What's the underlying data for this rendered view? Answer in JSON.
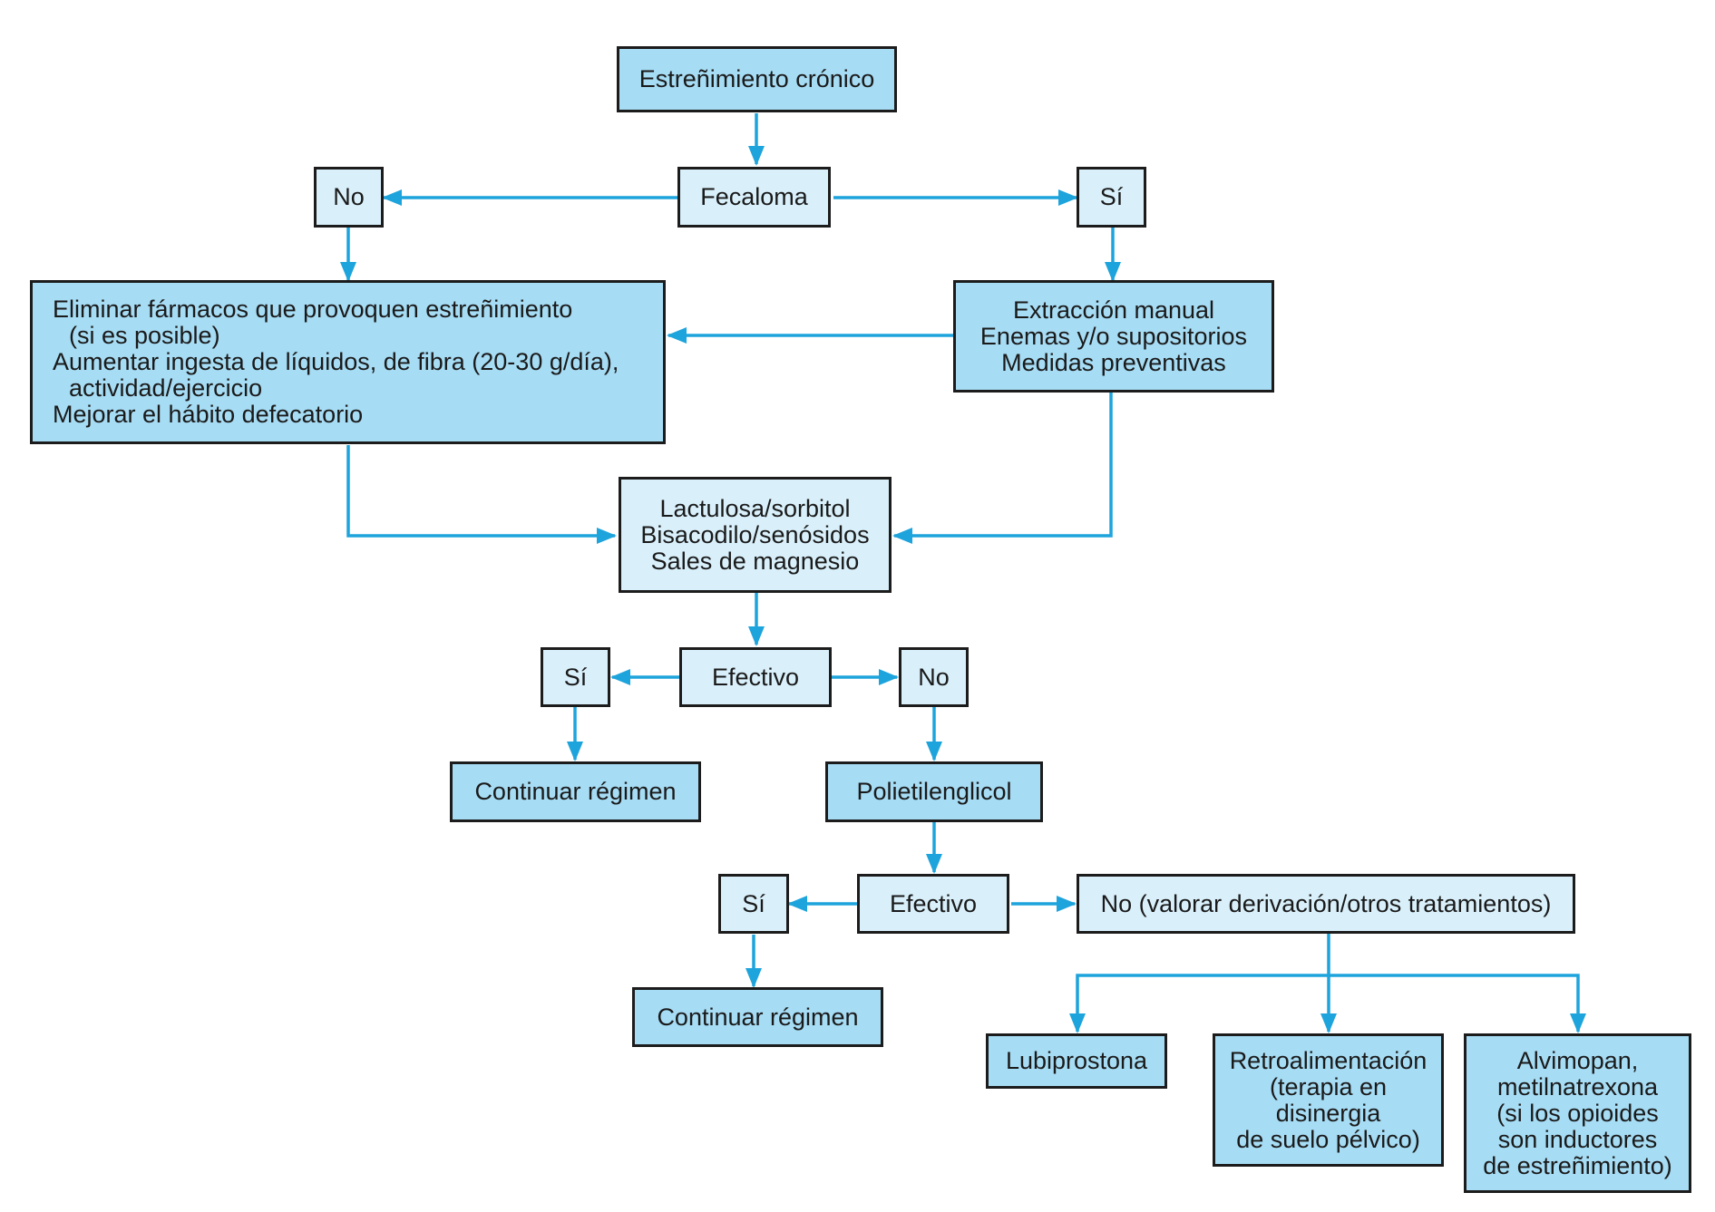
{
  "colors": {
    "dark_fill": "#a6dcf4",
    "light_fill": "#d9f0fb",
    "arrow": "#1ea4dc",
    "border": "#1c1c1c"
  },
  "nodes": {
    "root": "Estreñimiento crónico",
    "fecaloma": "Fecaloma",
    "fecaloma_no": "No",
    "fecaloma_si": "Sí",
    "medidas": {
      "line1": "Eliminar fármacos que provoquen estreñimiento",
      "line2": "(si es posible)",
      "line3": "Aumentar ingesta de líquidos, de fibra (20-30 g/día),",
      "line4": "actividad/ejercicio",
      "line5": "Mejorar el hábito defecatorio"
    },
    "extraccion": {
      "line1": "Extracción manual",
      "line2": "Enemas y/o supositorios",
      "line3": "Medidas preventivas"
    },
    "laxantes": {
      "line1": "Lactulosa/sorbitol",
      "line2": "Bisacodilo/senósidos",
      "line3": "Sales de magnesio"
    },
    "efectivo_1": "Efectivo",
    "efectivo_1_si": "Sí",
    "efectivo_1_no": "No",
    "continuar_1": "Continuar régimen",
    "polietilenglicol": "Polietilenglicol",
    "efectivo_2": "Efectivo",
    "efectivo_2_si": "Sí",
    "efectivo_2_no": "No (valorar derivación/otros tratamientos)",
    "continuar_2": "Continuar régimen",
    "lubiprostona": "Lubiprostona",
    "retroalimentacion": {
      "line1": "Retroalimentación",
      "line2": "(terapia en",
      "line3": "disinergia",
      "line4": "de suelo pélvico)"
    },
    "alvimopan": {
      "line1": "Alvimopan,",
      "line2": "metilnatrexona",
      "line3": "(si los opioides",
      "line4": "son inductores",
      "line5": "de estreñimiento)"
    }
  }
}
